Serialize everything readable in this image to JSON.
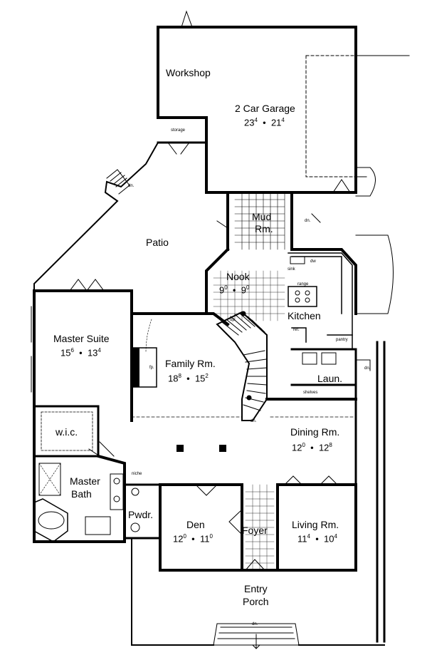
{
  "rooms": {
    "workshop": {
      "name": "Workshop"
    },
    "garage": {
      "name": "2 Car Garage",
      "w": "23",
      "w_in": "4",
      "d": "21",
      "d_in": "4"
    },
    "storage": {
      "name": "storage"
    },
    "patio": {
      "name": "Patio"
    },
    "mud": {
      "line1": "Mud",
      "line2": "Rm."
    },
    "nook": {
      "name": "Nook",
      "w": "9",
      "w_in": "0",
      "d": "9",
      "d_in": "0"
    },
    "kitchen": {
      "name": "Kitchen"
    },
    "master_suite": {
      "name": "Master Suite",
      "w": "15",
      "w_in": "6",
      "d": "13",
      "d_in": "4"
    },
    "family": {
      "name": "Family Rm.",
      "w": "18",
      "w_in": "8",
      "d": "15",
      "d_in": "2"
    },
    "laundry": {
      "name": "Laun."
    },
    "wic": {
      "name": "w.i.c."
    },
    "dining": {
      "name": "Dining Rm.",
      "w": "12",
      "w_in": "0",
      "d": "12",
      "d_in": "8"
    },
    "master_bath": {
      "line1": "Master",
      "line2": "Bath"
    },
    "powder": {
      "name": "Pwdr."
    },
    "den": {
      "name": "Den",
      "w": "12",
      "w_in": "0",
      "d": "11",
      "d_in": "0"
    },
    "foyer": {
      "name": "Foyer"
    },
    "living": {
      "name": "Living Rm.",
      "w": "11",
      "w_in": "4",
      "d": "10",
      "d_in": "4"
    },
    "porch": {
      "line1": "Entry",
      "line2": "Porch"
    }
  },
  "small_labels": {
    "dn": "dn.",
    "up": "up.",
    "fp": "fp.",
    "shelves": "shelves",
    "pantry": "pantry",
    "ref": "ref.",
    "range": "range",
    "dw": "dw",
    "sink": "sink",
    "niche": "niche"
  },
  "dim_separator": "•"
}
